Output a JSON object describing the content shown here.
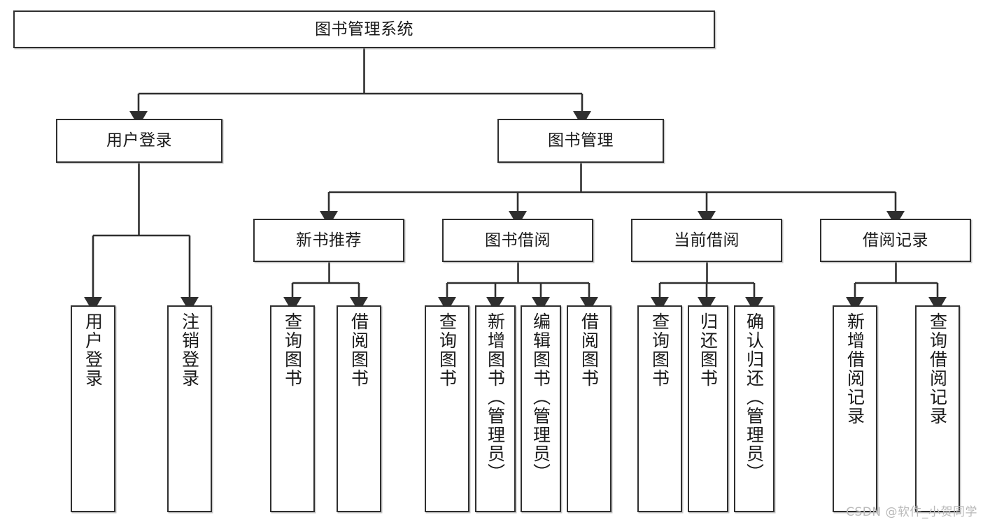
{
  "diagram": {
    "title": "图书管理系统",
    "watermark": "CSDN @软件_小贺同学",
    "colors": {
      "box_border": "#2f2f2f",
      "box_fill": "#ffffff",
      "connector": "#2f2f2f",
      "text": "#1a1a1a",
      "watermark": "#b9b9b9",
      "background": "#ffffff"
    },
    "root": {
      "label": "图书管理系统"
    },
    "level2": [
      {
        "label": "用户登录"
      },
      {
        "label": "图书管理"
      }
    ],
    "level3": [
      {
        "label": "新书推荐"
      },
      {
        "label": "图书借阅"
      },
      {
        "label": "当前借阅"
      },
      {
        "label": "借阅记录"
      }
    ],
    "leaves": {
      "user_login": [
        {
          "label": "用户登录"
        },
        {
          "label": "注销登录"
        }
      ],
      "new_book_recommend": [
        {
          "label": "查询图书"
        },
        {
          "label": "借阅图书"
        }
      ],
      "book_borrow": [
        {
          "label": "查询图书"
        },
        {
          "label": "新增图书（管理员）"
        },
        {
          "label": "编辑图书（管理员）"
        },
        {
          "label": "借阅图书"
        }
      ],
      "current_borrow": [
        {
          "label": "查询图书"
        },
        {
          "label": "归还图书"
        },
        {
          "label": "确认归还（管理员）"
        }
      ],
      "borrow_record": [
        {
          "label": "新增借阅记录"
        },
        {
          "label": "查询借阅记录"
        }
      ]
    }
  }
}
